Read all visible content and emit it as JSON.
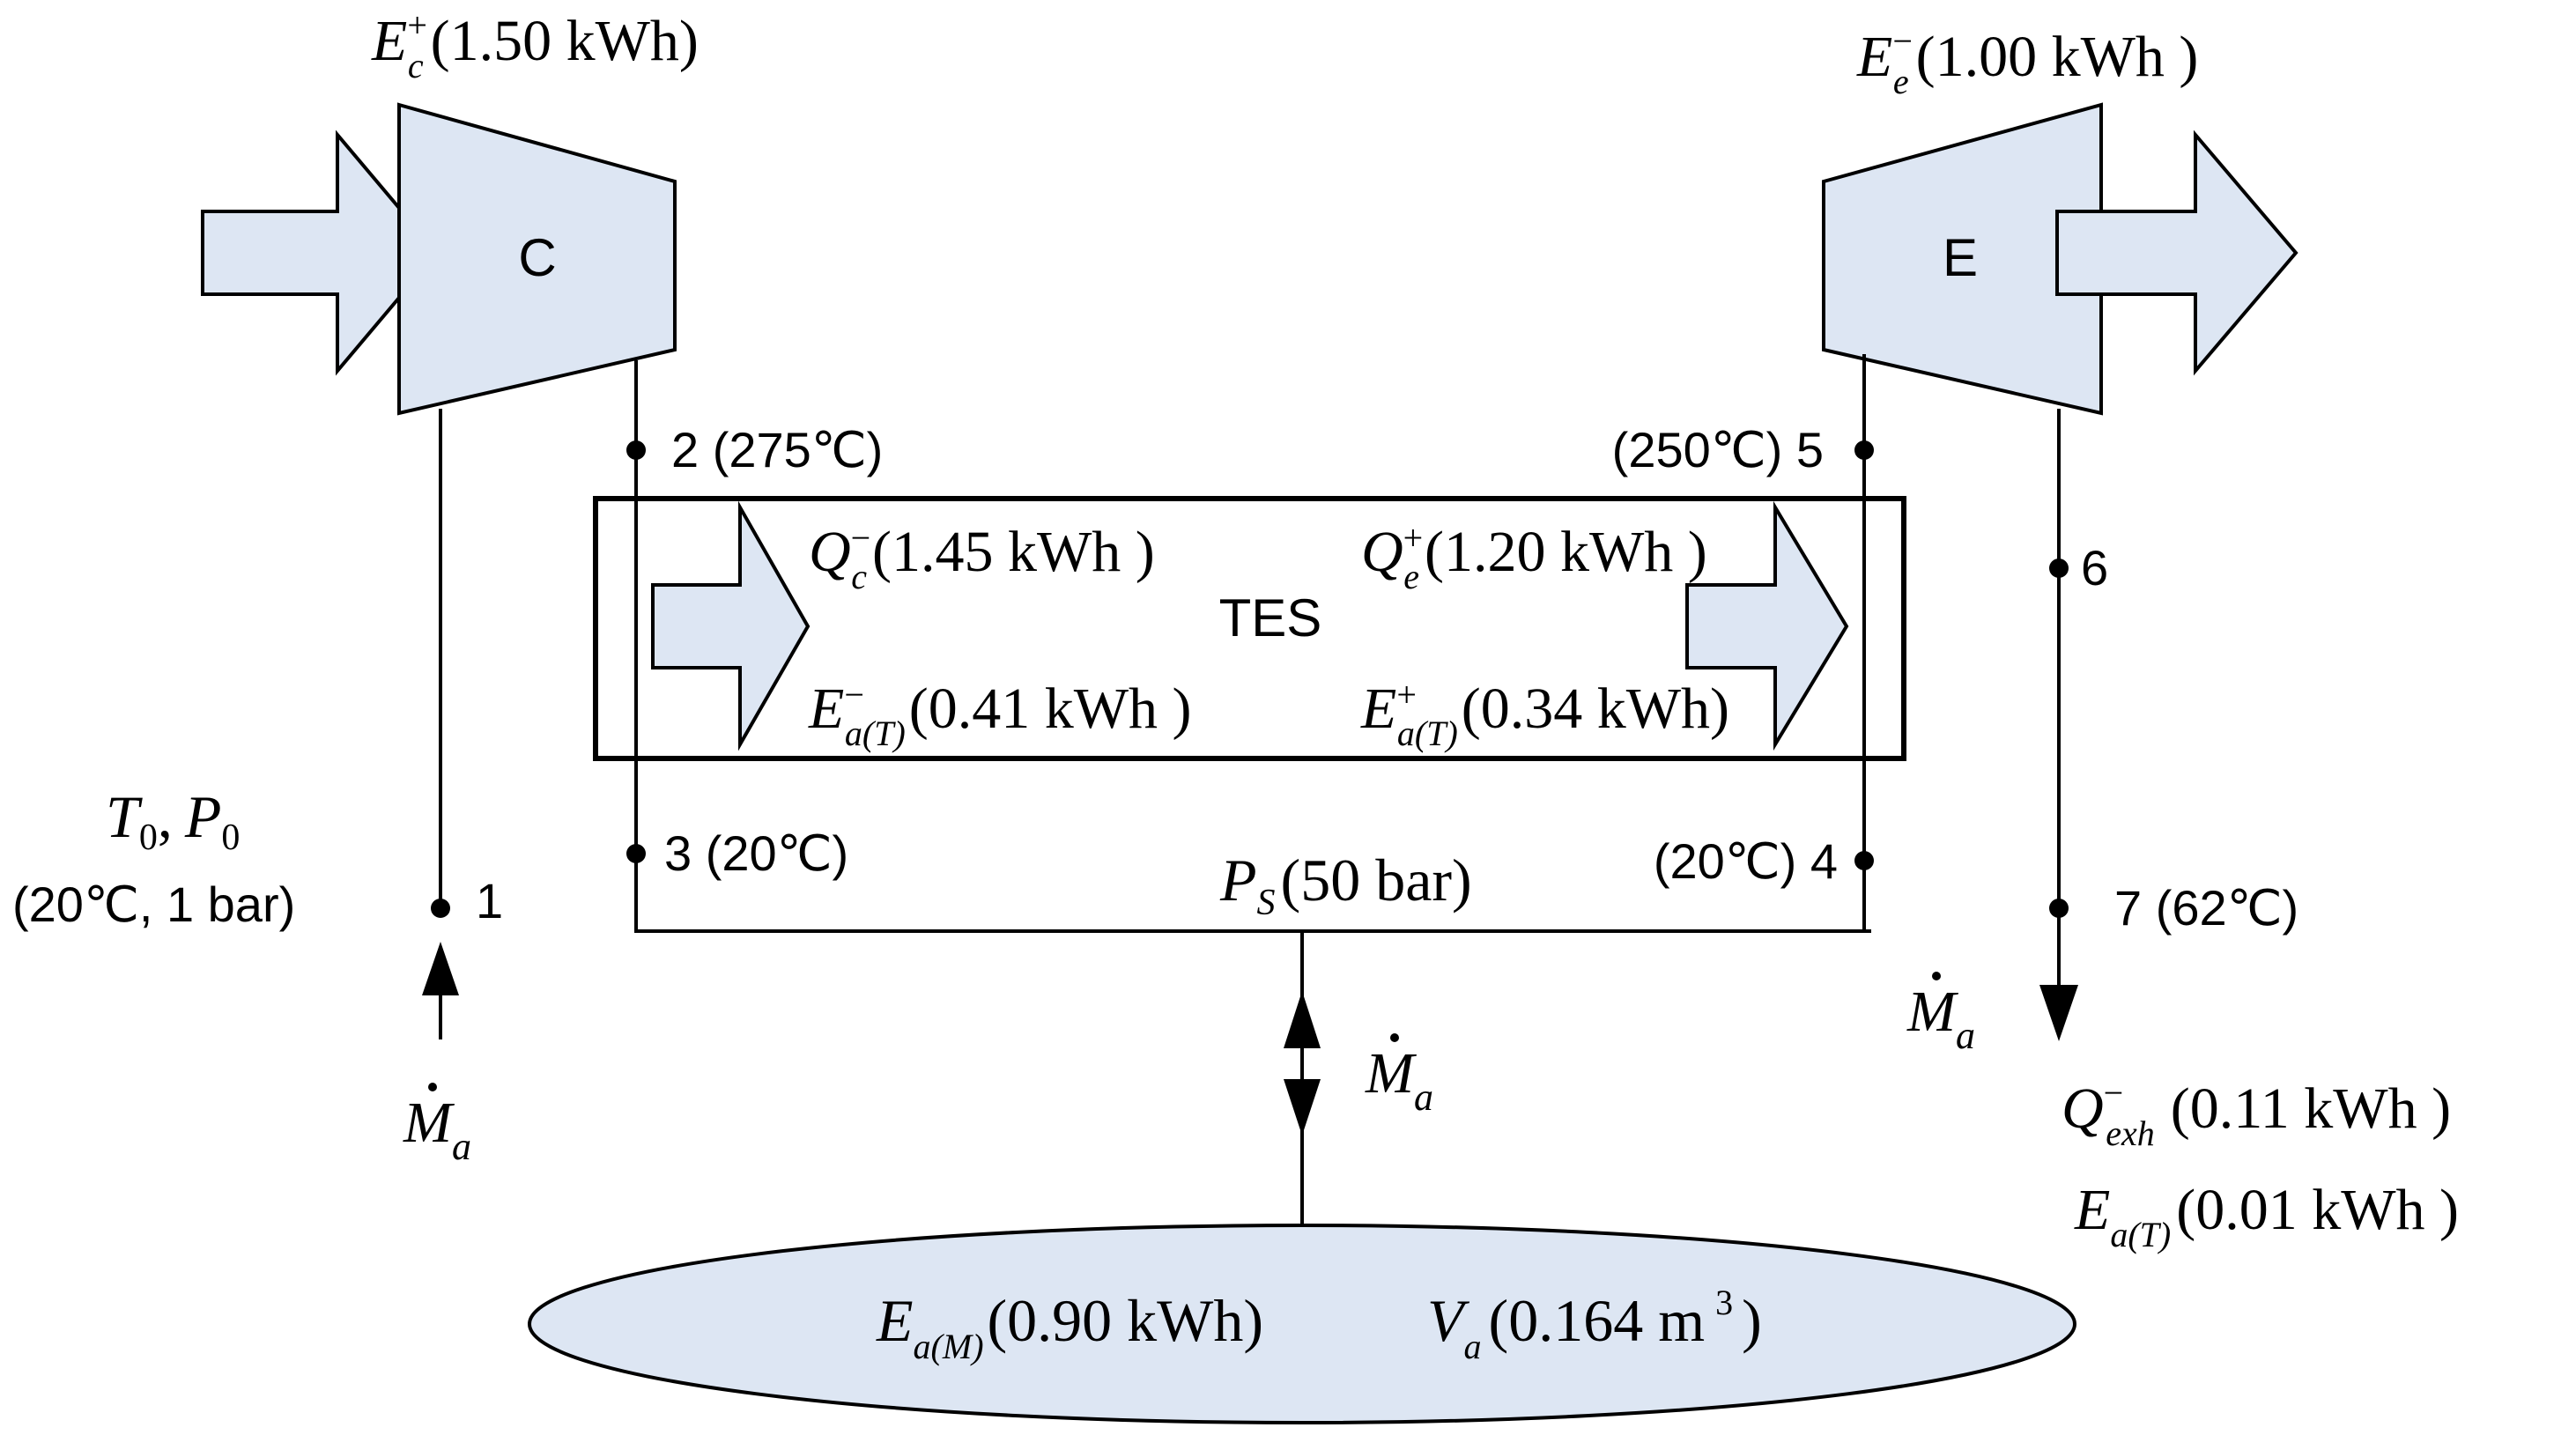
{
  "compressor": {
    "label": "C",
    "energy": {
      "symbol": "E",
      "sup": "+",
      "sub": "c",
      "value": "(1.50 kWh)"
    }
  },
  "expander": {
    "label": "E",
    "energy": {
      "symbol": "E",
      "sup": "−",
      "sub": "e",
      "value": "(1.00 kWh )"
    }
  },
  "tes": {
    "label": "TES",
    "q_c": {
      "symbol": "Q",
      "sup": "−",
      "sub": "c",
      "value": "(1.45 kWh )"
    },
    "e_c": {
      "symbol": "E",
      "sup": "−",
      "sub": "a(T)",
      "value": "(0.41 kWh )"
    },
    "q_e": {
      "symbol": "Q",
      "sup": "+",
      "sub": "e",
      "value": "(1.20 kWh )"
    },
    "e_e": {
      "symbol": "E",
      "sup": "+",
      "sub": "a(T)",
      "value": "(0.34 kWh)"
    }
  },
  "ambient": {
    "line1": {
      "t": "T",
      "t_sub": "0",
      "sep": ",",
      "p": "P",
      "p_sub": "0"
    },
    "line2": "(20℃, 1 bar)"
  },
  "states": {
    "s1": "1",
    "s2": "2 (275℃)",
    "s3": "3 (20℃)",
    "s4": "(20℃) 4",
    "s5": "(250℃) 5",
    "s6": "6",
    "s7": "7 (62℃)"
  },
  "pressure": {
    "symbol": "P",
    "sub": "S",
    "value": "(50 bar)"
  },
  "mass_flow": {
    "symbol": "M",
    "sub": "a"
  },
  "exhaust": {
    "q": {
      "symbol": "Q",
      "sup": "−",
      "sub": "exh",
      "value": "(0.11 kWh )"
    },
    "e": {
      "symbol": "E",
      "sub": "a(T)",
      "value": "(0.01 kWh )"
    }
  },
  "storage": {
    "e": {
      "symbol": "E",
      "sub": "a(M)",
      "value": "(0.90 kWh)"
    },
    "v": {
      "symbol": "V",
      "sub": "a",
      "value": "(0.164  m",
      "unit_sup": "3",
      "close": ")"
    }
  },
  "colors": {
    "fill": "#dde6f3",
    "stroke": "#000000",
    "background": "#ffffff"
  }
}
